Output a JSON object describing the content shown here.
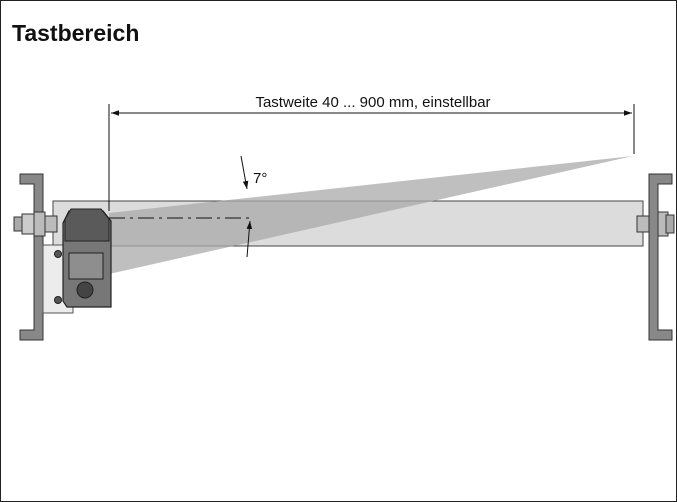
{
  "header": {
    "title": "Tastbereich"
  },
  "diagram": {
    "range_label": "Tastweite 40 ... 900 mm, einstellbar",
    "angle_label": "7°"
  }
}
